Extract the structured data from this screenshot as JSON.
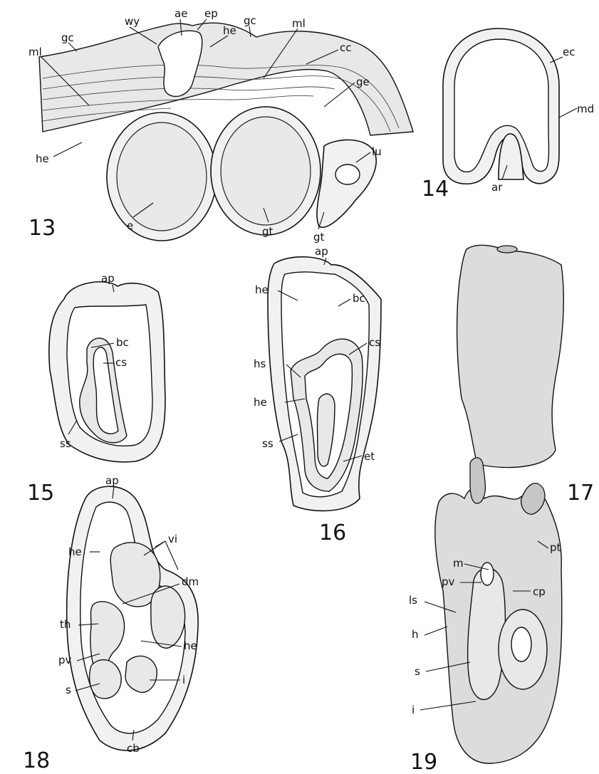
{
  "figures": [
    {
      "id": "fig13",
      "number": "13",
      "labels": [
        "ml",
        "gc",
        "wy",
        "ae",
        "ep",
        "he",
        "gc",
        "ml",
        "cc",
        "ge",
        "he",
        "lu",
        "gt",
        "gt",
        "e"
      ]
    },
    {
      "id": "fig14",
      "number": "14",
      "labels": [
        "ec",
        "md",
        "ar"
      ]
    },
    {
      "id": "fig15",
      "number": "15",
      "labels": [
        "ap",
        "bc",
        "cs",
        "ss"
      ]
    },
    {
      "id": "fig16",
      "number": "16",
      "labels": [
        "ap",
        "he",
        "bc",
        "cs",
        "hs",
        "he",
        "ss",
        "et"
      ]
    },
    {
      "id": "fig17",
      "number": "17",
      "labels": []
    },
    {
      "id": "fig18",
      "number": "18",
      "labels": [
        "ap",
        "vi",
        "he",
        "dm",
        "th",
        "pv",
        "he",
        "s",
        "i",
        "cb"
      ]
    },
    {
      "id": "fig19",
      "number": "19",
      "labels": [
        "pt",
        "m",
        "pv",
        "cp",
        "ls",
        "h",
        "s",
        "i"
      ]
    }
  ]
}
